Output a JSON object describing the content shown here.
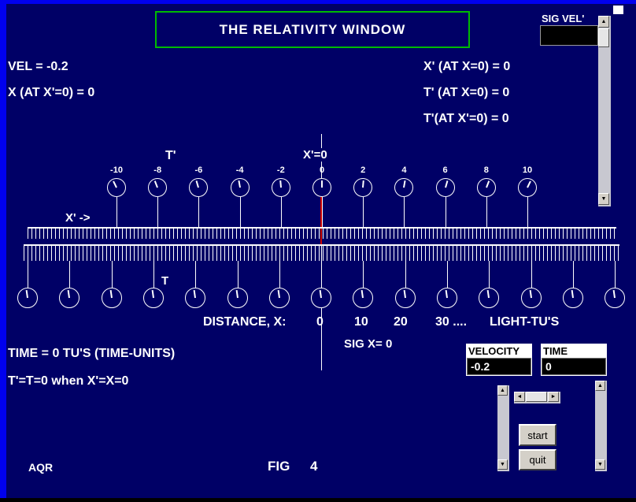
{
  "colors": {
    "background": "#000066",
    "frame_blue": "#0000ee",
    "title_border_green": "#00bb00",
    "origin_marker_red": "#cc0000"
  },
  "title": "THE RELATIVITY WINDOW",
  "sig_vel": {
    "label": "SIG VEL'"
  },
  "readouts": {
    "vel": "VEL = -0.2",
    "x_at_xprime0": "X (AT X'=0) = 0",
    "xprime_at_x0": "X' (AT X=0) = 0",
    "tprime_at_x0": "T' (AT X=0) = 0",
    "tprime_at_xprime0": "T'(AT X'=0) = 0"
  },
  "axis": {
    "t_prime_label": "T'",
    "origin_label": "X'=0",
    "x_prime_arrow": "X' ->",
    "t_label": "T",
    "top_clocks": [
      {
        "value": -10,
        "angle": -26
      },
      {
        "value": -8,
        "angle": -21
      },
      {
        "value": -6,
        "angle": -16
      },
      {
        "value": -4,
        "angle": -10
      },
      {
        "value": -2,
        "angle": -5
      },
      {
        "value": 0,
        "angle": 0
      },
      {
        "value": 2,
        "angle": 5
      },
      {
        "value": 4,
        "angle": 10
      },
      {
        "value": 6,
        "angle": 16
      },
      {
        "value": 8,
        "angle": 21
      },
      {
        "value": 10,
        "angle": 26
      }
    ],
    "bottom_clocks": [
      -8,
      -8,
      -8,
      -8,
      -8,
      -8,
      -8,
      -8,
      -8,
      -8,
      -8,
      -8,
      -8,
      -8,
      -8
    ]
  },
  "distance": {
    "label": "DISTANCE, X:",
    "values": [
      "0",
      "10",
      "20",
      "30 ...."
    ],
    "unit": "LIGHT-TU'S"
  },
  "sig_x": "SIG X= 0",
  "time_line": "TIME = 0 TU'S (TIME-UNITS)",
  "sync_line": "T'=T=0 when X'=X=0",
  "controls": {
    "velocity": {
      "label": "VELOCITY",
      "value": "-0.2"
    },
    "time": {
      "label": "TIME",
      "value": "0"
    },
    "start": "start",
    "quit": "quit"
  },
  "footer": {
    "credit": "AQR",
    "fig_label": "FIG",
    "fig_number": "4"
  }
}
